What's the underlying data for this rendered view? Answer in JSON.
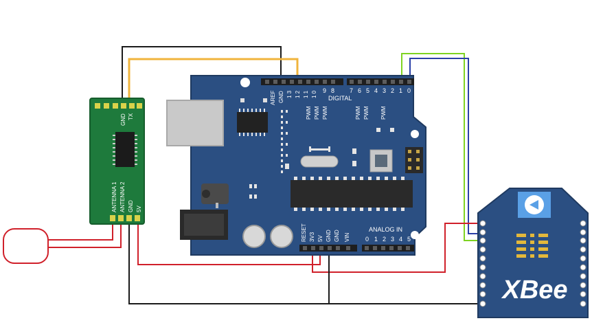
{
  "rfid_module": {
    "pin_labels": [
      "GND",
      "TX"
    ],
    "bottom_pin_labels": [
      "ANTENNA 1",
      "ANTENNA 2",
      "GND",
      "5V"
    ]
  },
  "arduino": {
    "header_top_left": [
      "AREF",
      "GND",
      "1\n3",
      "1\n2",
      "1\n1",
      "1\n0",
      "9",
      "8"
    ],
    "digital_label": "DIGITAL",
    "header_top_right": [
      "7",
      "6",
      "5",
      "4",
      "3",
      "2",
      "1",
      "0"
    ],
    "pwm_label": "PWM",
    "power_labels": [
      "RESET",
      "3V3",
      "5V",
      "GND",
      "GND",
      "VIN"
    ],
    "analog_label": "ANALOG IN",
    "analog_pins": [
      "0",
      "1",
      "2",
      "3",
      "4",
      "5"
    ]
  },
  "xbee": {
    "brand": "XBee"
  },
  "colors": {
    "arduino_board": "#2b4f82",
    "rfid_board": "#1e7a3c",
    "wire_black": "#1a1a1a",
    "wire_orange": "#f0b43c",
    "wire_green": "#7ed321",
    "wire_blue": "#2a3fa8",
    "wire_red": "#d0202a",
    "xbee_body": "#2b4f82"
  }
}
